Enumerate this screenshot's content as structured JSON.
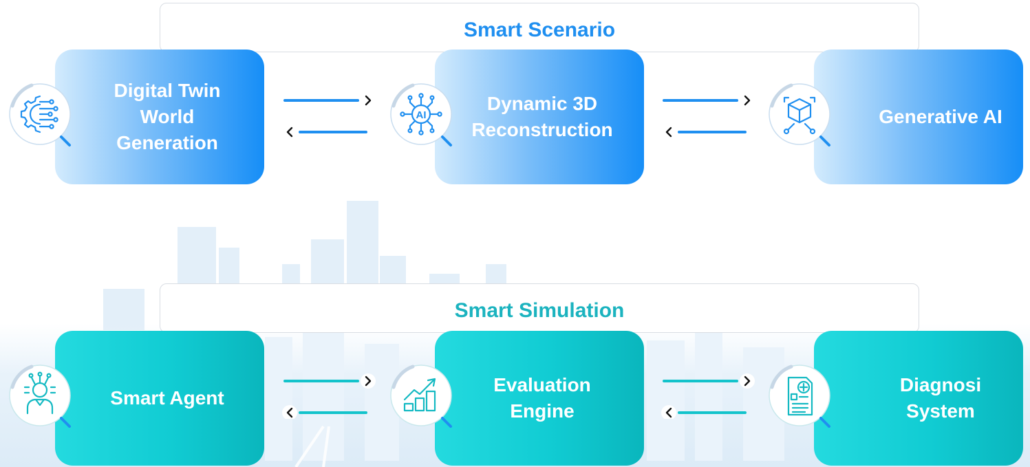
{
  "sections": {
    "scenario": {
      "title": "Smart Scenario",
      "color": "#1f8ff0",
      "cards": [
        {
          "label": "Digital Twin\nWorld\nGeneration",
          "icon": "digital-twin-gear-icon"
        },
        {
          "label": "Dynamic 3D\nReconstruction",
          "icon": "ai-chip-icon"
        },
        {
          "label": "Generative AI",
          "icon": "3d-cube-icon"
        }
      ]
    },
    "simulation": {
      "title": "Smart Simulation",
      "color": "#1bb3bf",
      "cards": [
        {
          "label": "Smart Agent",
          "icon": "agent-person-icon"
        },
        {
          "label": "Evaluation\nEngine",
          "icon": "growth-chart-icon"
        },
        {
          "label": "Diagnosi\nSystem",
          "icon": "medical-report-icon"
        }
      ]
    }
  },
  "arrows": {
    "type": "bidirectional",
    "scenario_color": "#1f8ff0",
    "simulation_color": "#13c3cb"
  }
}
